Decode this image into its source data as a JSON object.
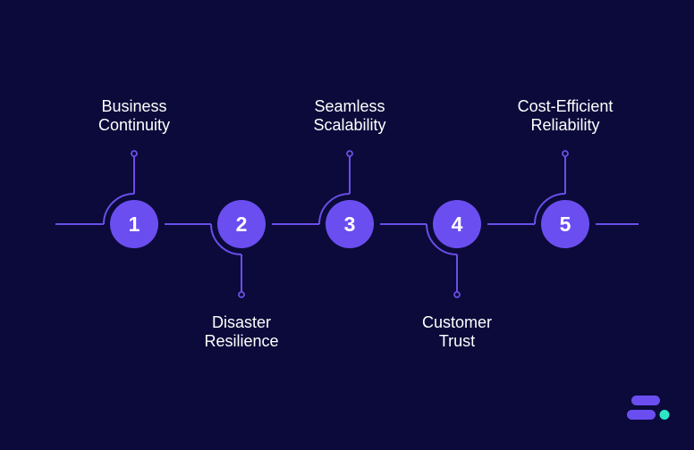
{
  "steps": [
    {
      "number": "1",
      "label_lines": [
        "Business",
        "Continuity"
      ],
      "position": "top"
    },
    {
      "number": "2",
      "label_lines": [
        "Disaster",
        "Resilience"
      ],
      "position": "bottom"
    },
    {
      "number": "3",
      "label_lines": [
        "Seamless",
        "Scalability"
      ],
      "position": "top"
    },
    {
      "number": "4",
      "label_lines": [
        "Customer",
        "Trust"
      ],
      "position": "bottom"
    },
    {
      "number": "5",
      "label_lines": [
        "Cost-Efficient",
        "Reliability"
      ],
      "position": "top"
    }
  ],
  "colors": {
    "background": "#0b0a3a",
    "line": "#6a4ee8",
    "circle": "#6b4ef0",
    "text": "#ffffff",
    "logo_bar": "#6b4ef0",
    "logo_dot": "#2ee6c4"
  },
  "logo": {
    "icon": "brand-logo-icon"
  }
}
